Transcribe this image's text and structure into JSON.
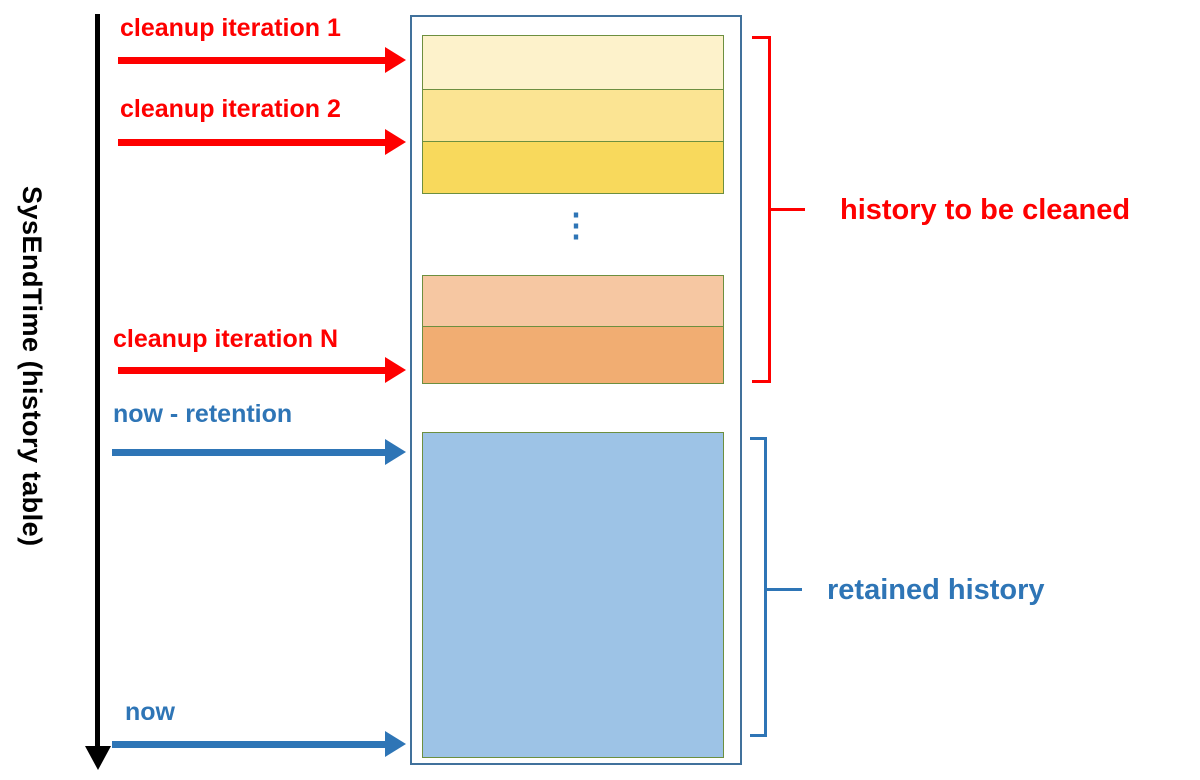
{
  "diagram": {
    "axis": {
      "label": "SysEndTime (history table)"
    },
    "cleanup_labels": [
      {
        "label": "cleanup iteration 1"
      },
      {
        "label": "cleanup iteration 2"
      },
      {
        "label": "cleanup iteration N"
      }
    ],
    "retention_labels": {
      "now_retention": "now - retention",
      "now": "now"
    },
    "ellipsis": "⋮",
    "brackets": {
      "cleaned": "history to be cleaned",
      "retained": "retained history"
    },
    "colors": {
      "arrow_red": "#fe0000",
      "arrow_blue": "#2e75b6",
      "axis_black": "#000000",
      "box_border": "#41719c",
      "band_border": "#6d8f3f",
      "band_yellow_light": "#fdf2cb",
      "band_yellow_mid": "#fbe493",
      "band_yellow_dark": "#f8d95c",
      "band_orange_light": "#f6c7a2",
      "band_orange_dark": "#f1ad72",
      "retained_fill": "#9dc3e6"
    }
  }
}
